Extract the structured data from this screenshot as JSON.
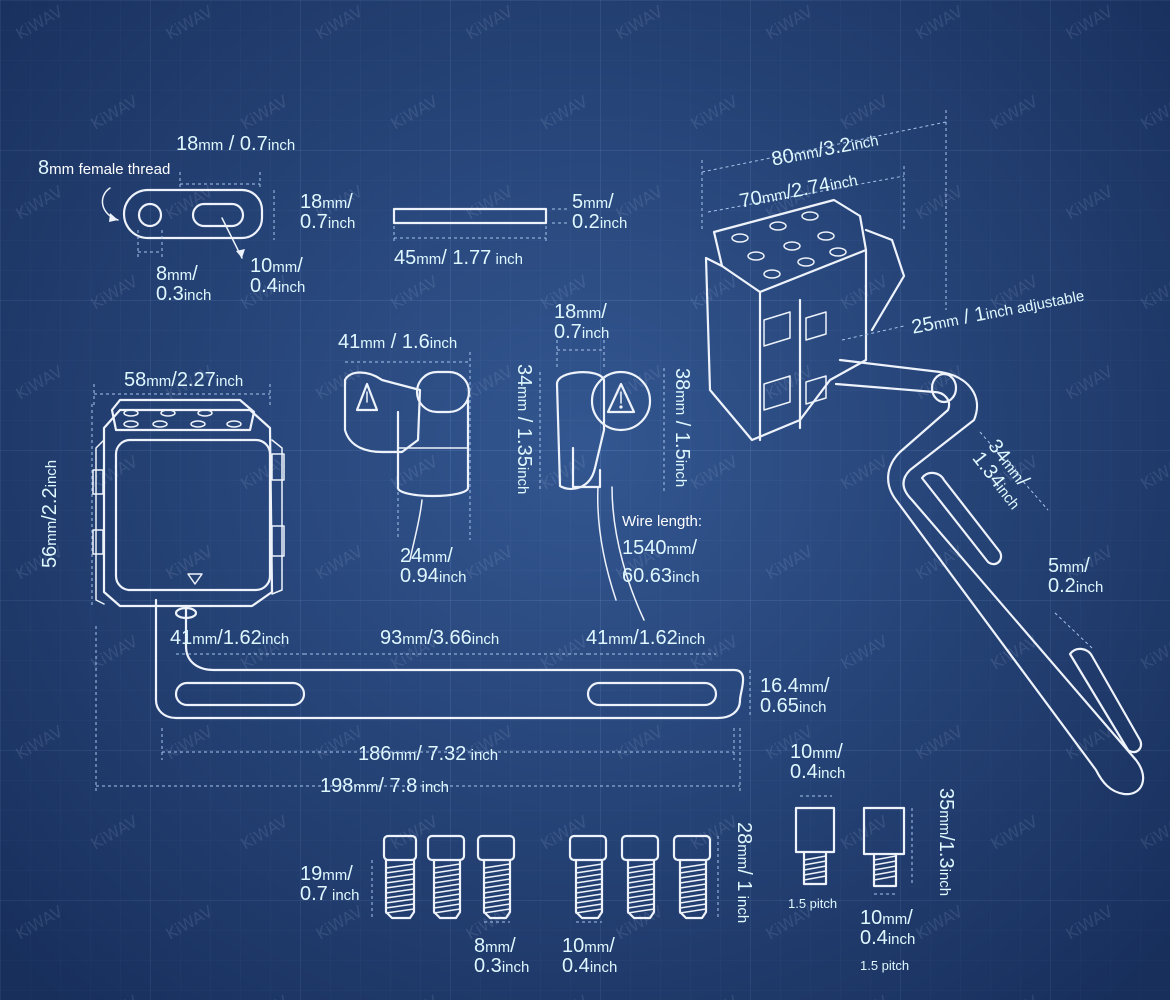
{
  "colors": {
    "background": "#2a4b85",
    "grid": "#5d7fb7",
    "line": "#eef3fb",
    "dimension_text": "#dff8ff"
  },
  "watermark": "KiWAV",
  "thread_plate": {
    "note_size": "8",
    "note_unit": "mm",
    "note_rest": "female thread",
    "width_mm": "18",
    "width_mm_unit": "mm",
    "width_in": "0.7",
    "width_in_unit": "inch",
    "height_mm": "18",
    "height_mm_unit": "mm",
    "height_in": "0.7",
    "height_in_unit": "inch",
    "hole_mm": "8",
    "hole_mm_unit": "mm",
    "hole_in": "0.3",
    "hole_in_unit": "inch",
    "slot_mm": "10",
    "slot_mm_unit": "mm",
    "slot_in": "0.4",
    "slot_in_unit": "inch"
  },
  "flat_bar": {
    "length_mm": "45",
    "length_mm_unit": "mm",
    "length_in": "1.77",
    "length_in_unit": "inch",
    "thick_mm": "5",
    "thick_mm_unit": "mm",
    "thick_in": "0.2",
    "thick_in_unit": "inch"
  },
  "switch_side": {
    "width_mm": "41",
    "width_mm_unit": "mm",
    "width_in": "1.6",
    "width_in_unit": "inch",
    "stem_mm": "24",
    "stem_mm_unit": "mm",
    "stem_in": "0.94",
    "stem_in_unit": "inch"
  },
  "switch_front": {
    "width_mm": "18",
    "width_mm_unit": "mm",
    "width_in": "0.7",
    "width_in_unit": "inch",
    "left_mm": "34",
    "left_mm_unit": "mm",
    "left_in": "1.35",
    "left_in_unit": "inch",
    "right_mm": "38",
    "right_mm_unit": "mm",
    "right_in": "1.5",
    "right_in_unit": "inch",
    "wire_label": "Wire length:",
    "wire_mm": "1540",
    "wire_mm_unit": "mm",
    "wire_in": "60.63",
    "wire_in_unit": "inch"
  },
  "light_front": {
    "width_mm": "58",
    "width_mm_unit": "mm",
    "width_in": "2.27",
    "width_in_unit": "inch",
    "height_mm": "56",
    "height_mm_unit": "mm",
    "height_in": "2.2",
    "height_in_unit": "inch"
  },
  "bracket": {
    "slot_left_mm": "41",
    "slot_left_mm_unit": "mm",
    "slot_left_in": "1.62",
    "slot_left_in_unit": "inch",
    "center_mm": "93",
    "center_mm_unit": "mm",
    "center_in": "3.66",
    "center_in_unit": "inch",
    "slot_right_mm": "41",
    "slot_right_mm_unit": "mm",
    "slot_right_in": "1.62",
    "slot_right_in_unit": "inch",
    "height_mm": "16.4",
    "height_mm_unit": "mm",
    "height_in": "0.65",
    "height_in_unit": "inch",
    "inner_mm": "186",
    "inner_mm_unit": "mm",
    "inner_in": "7.32",
    "inner_in_unit": " inch",
    "overall_mm": "198",
    "overall_mm_unit": "mm",
    "overall_in": "7.8",
    "overall_in_unit": " inch"
  },
  "light_side": {
    "outer_mm": "80",
    "outer_mm_unit": "mm",
    "outer_in": "3.2",
    "outer_in_unit": "inch",
    "inner_mm": "70",
    "inner_mm_unit": "mm",
    "inner_in": "2.74",
    "inner_in_unit": "inch",
    "adjust_mm": "25",
    "adjust_mm_unit": "mm",
    "adjust_in": "1",
    "adjust_in_unit": "inch adjustable",
    "arm_mm": "34",
    "arm_mm_unit": "mm",
    "arm_in": "1.34",
    "arm_in_unit": "inch",
    "thick_mm": "5",
    "thick_mm_unit": "mm",
    "thick_in": "0.2",
    "thick_in_unit": "inch"
  },
  "bolts": {
    "left_mm": "19",
    "left_mm_unit": "mm",
    "left_in": "0.7",
    "left_in_unit": " inch",
    "dia_mm": "8",
    "dia_mm_unit": "mm",
    "dia_in": "0.3",
    "dia_in_unit": "inch",
    "dia2_mm": "10",
    "dia2_mm_unit": "mm",
    "dia2_in": "0.4",
    "dia2_in_unit": "inch",
    "len_mm": "28",
    "len_mm_unit": "mm",
    "len_in": "1",
    "len_in_unit": " inch"
  },
  "standoffs": {
    "top_mm": "10",
    "top_mm_unit": "mm",
    "top_in": "0.4",
    "top_in_unit": "inch",
    "pitch_a": "1.5 pitch",
    "len_mm": "35",
    "len_mm_unit": "mm",
    "len_in": "1.3",
    "len_in_unit": "inch",
    "bot_mm": "10",
    "bot_mm_unit": "mm",
    "bot_in": "0.4",
    "bot_in_unit": "inch",
    "pitch_b": "1.5 pitch"
  }
}
